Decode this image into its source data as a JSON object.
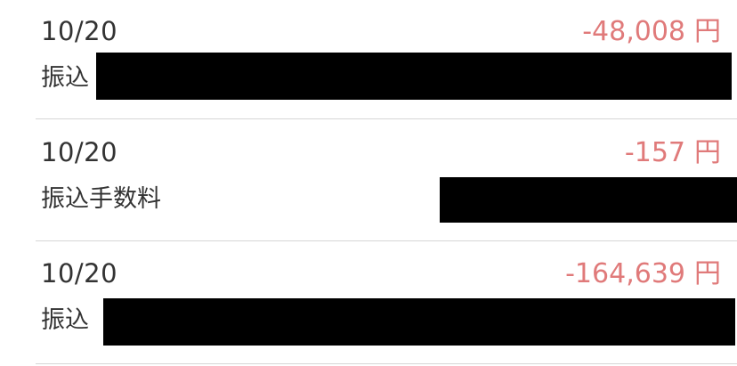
{
  "transactions": [
    {
      "date": "10/20",
      "amount": "-48,008",
      "currency": "円",
      "description": "振込"
    },
    {
      "date": "10/20",
      "amount": "-157",
      "currency": "円",
      "description": "振込手数料"
    },
    {
      "date": "10/20",
      "amount": "-164,639",
      "currency": "円",
      "description": "振込"
    }
  ],
  "colors": {
    "amount_negative": "#e07a7a",
    "text": "#333333",
    "divider": "#d6d6d6",
    "redaction": "#000000"
  }
}
